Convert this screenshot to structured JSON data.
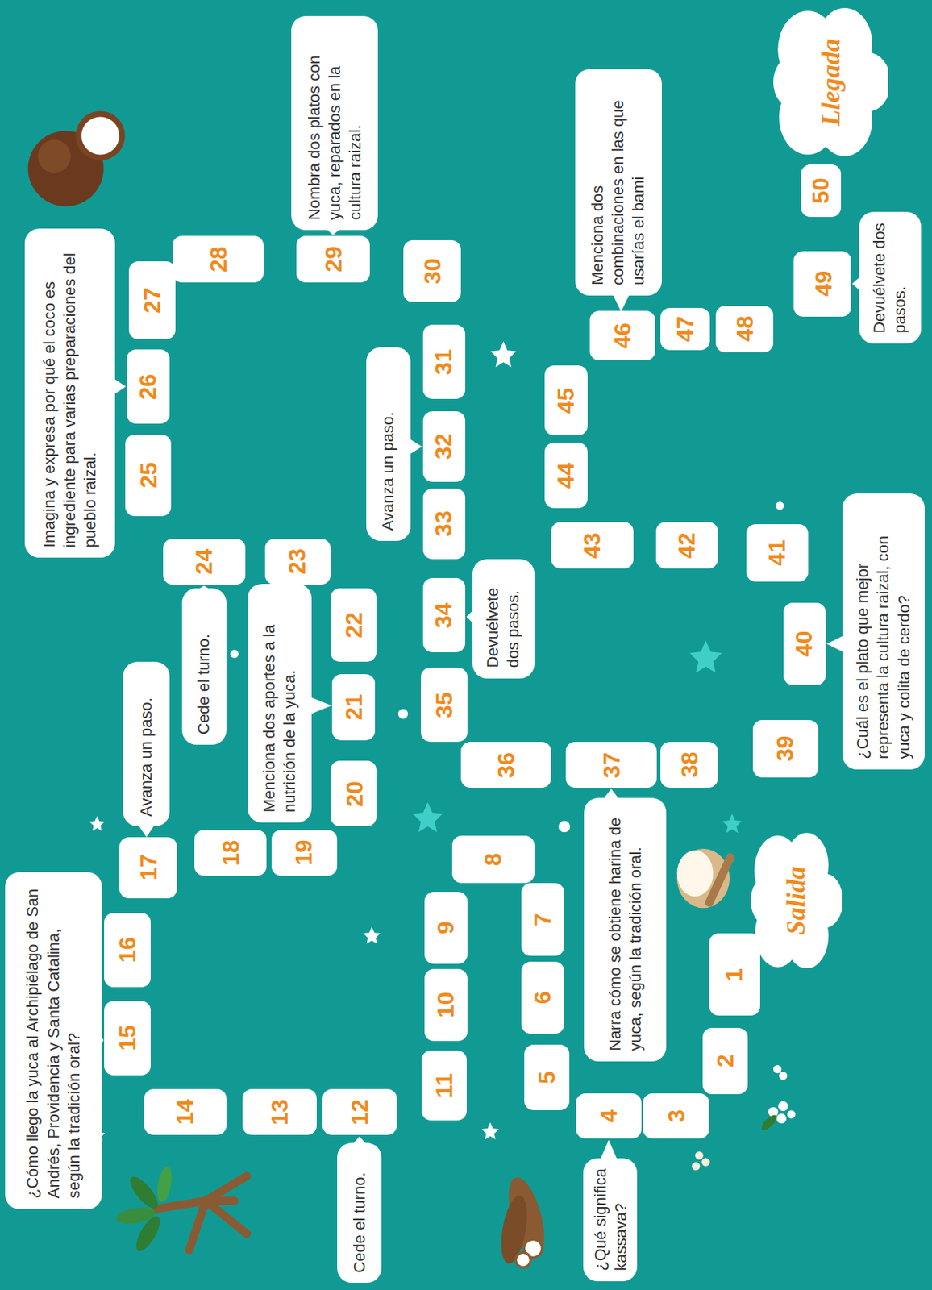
{
  "diagram": {
    "nodes": [
      {
        "text": [
          "Salida"
        ]
      },
      {
        "text": [
          "1"
        ]
      },
      {
        "text": [
          "2"
        ]
      },
      {
        "text": [
          "3"
        ]
      },
      {
        "text": [
          "4"
        ]
      },
      {
        "text": [
          "¿Qué significa kassava?"
        ]
      },
      {
        "text": [
          "5"
        ]
      },
      {
        "text": [
          "6"
        ]
      },
      {
        "text": [
          "7"
        ]
      },
      {
        "text": [
          "8"
        ]
      },
      {
        "text": [
          "9"
        ]
      },
      {
        "text": [
          "10"
        ]
      },
      {
        "text": [
          "11"
        ]
      },
      {
        "text": [
          "12"
        ]
      },
      {
        "text": [
          "Cede el turno."
        ]
      },
      {
        "text": [
          "13"
        ]
      },
      {
        "text": [
          "14"
        ]
      },
      {
        "text": [
          "15"
        ]
      },
      {
        "text": [
          "¿Cómo llego la yuca al Archipiélago de San Andrés, Providencia y Santa Catalina, según la tradición oral?"
        ]
      },
      {
        "text": [
          "16"
        ]
      },
      {
        "text": [
          "17"
        ]
      },
      {
        "text": [
          "Avanza un paso."
        ]
      },
      {
        "text": [
          "18"
        ]
      },
      {
        "text": [
          "19"
        ]
      },
      {
        "text": [
          "20"
        ]
      },
      {
        "text": [
          "21"
        ]
      },
      {
        "text": [
          "Menciona dos aportes a la nutrición de la yuca."
        ]
      },
      {
        "text": [
          "22"
        ]
      },
      {
        "text": [
          "23"
        ]
      },
      {
        "text": [
          "24"
        ]
      },
      {
        "text": [
          "Cede el turno."
        ]
      },
      {
        "text": [
          "25"
        ]
      },
      {
        "text": [
          "26"
        ]
      },
      {
        "text": [
          "Imagina y expresa por qué el coco es ingrediente para varias preparaciones del pueblo raizal."
        ]
      },
      {
        "text": [
          "27"
        ]
      },
      {
        "text": [
          "28"
        ]
      },
      {
        "text": [
          "29"
        ]
      },
      {
        "text": [
          "Nombra dos platos con yuca, reparados en la cultura raizal."
        ]
      },
      {
        "text": [
          "30"
        ]
      },
      {
        "text": [
          "31"
        ]
      },
      {
        "text": [
          "32"
        ]
      },
      {
        "text": [
          "Avanza un paso."
        ]
      },
      {
        "text": [
          "33"
        ]
      },
      {
        "text": [
          "34"
        ]
      },
      {
        "text": [
          "Devuélvete dos pasos."
        ]
      },
      {
        "text": [
          "35"
        ]
      },
      {
        "text": [
          "36"
        ]
      },
      {
        "text": [
          "37"
        ]
      },
      {
        "text": [
          "Narra cómo se obtiene harina de yuca, según la tradición oral."
        ]
      },
      {
        "text": [
          "38"
        ]
      },
      {
        "text": [
          "39"
        ]
      },
      {
        "text": [
          "40"
        ]
      },
      {
        "text": [
          "¿Cuál es el plato que mejor representa la cultura raizal, con yuca y colita de cerdo?"
        ]
      },
      {
        "text": [
          "41"
        ]
      },
      {
        "text": [
          "42"
        ]
      },
      {
        "text": [
          "43"
        ]
      },
      {
        "text": [
          "44"
        ]
      },
      {
        "text": [
          "45"
        ]
      },
      {
        "text": [
          "46"
        ]
      },
      {
        "text": [
          "Menciona dos combinaciones en las que usarías el bami"
        ]
      },
      {
        "text": [
          "47"
        ]
      },
      {
        "text": [
          "48"
        ]
      },
      {
        "text": [
          "49"
        ]
      },
      {
        "text": [
          "Devuélvete dos pasos."
        ]
      },
      {
        "text": [
          "50"
        ]
      },
      {
        "text": [
          "Llegada"
        ]
      }
    ]
  }
}
